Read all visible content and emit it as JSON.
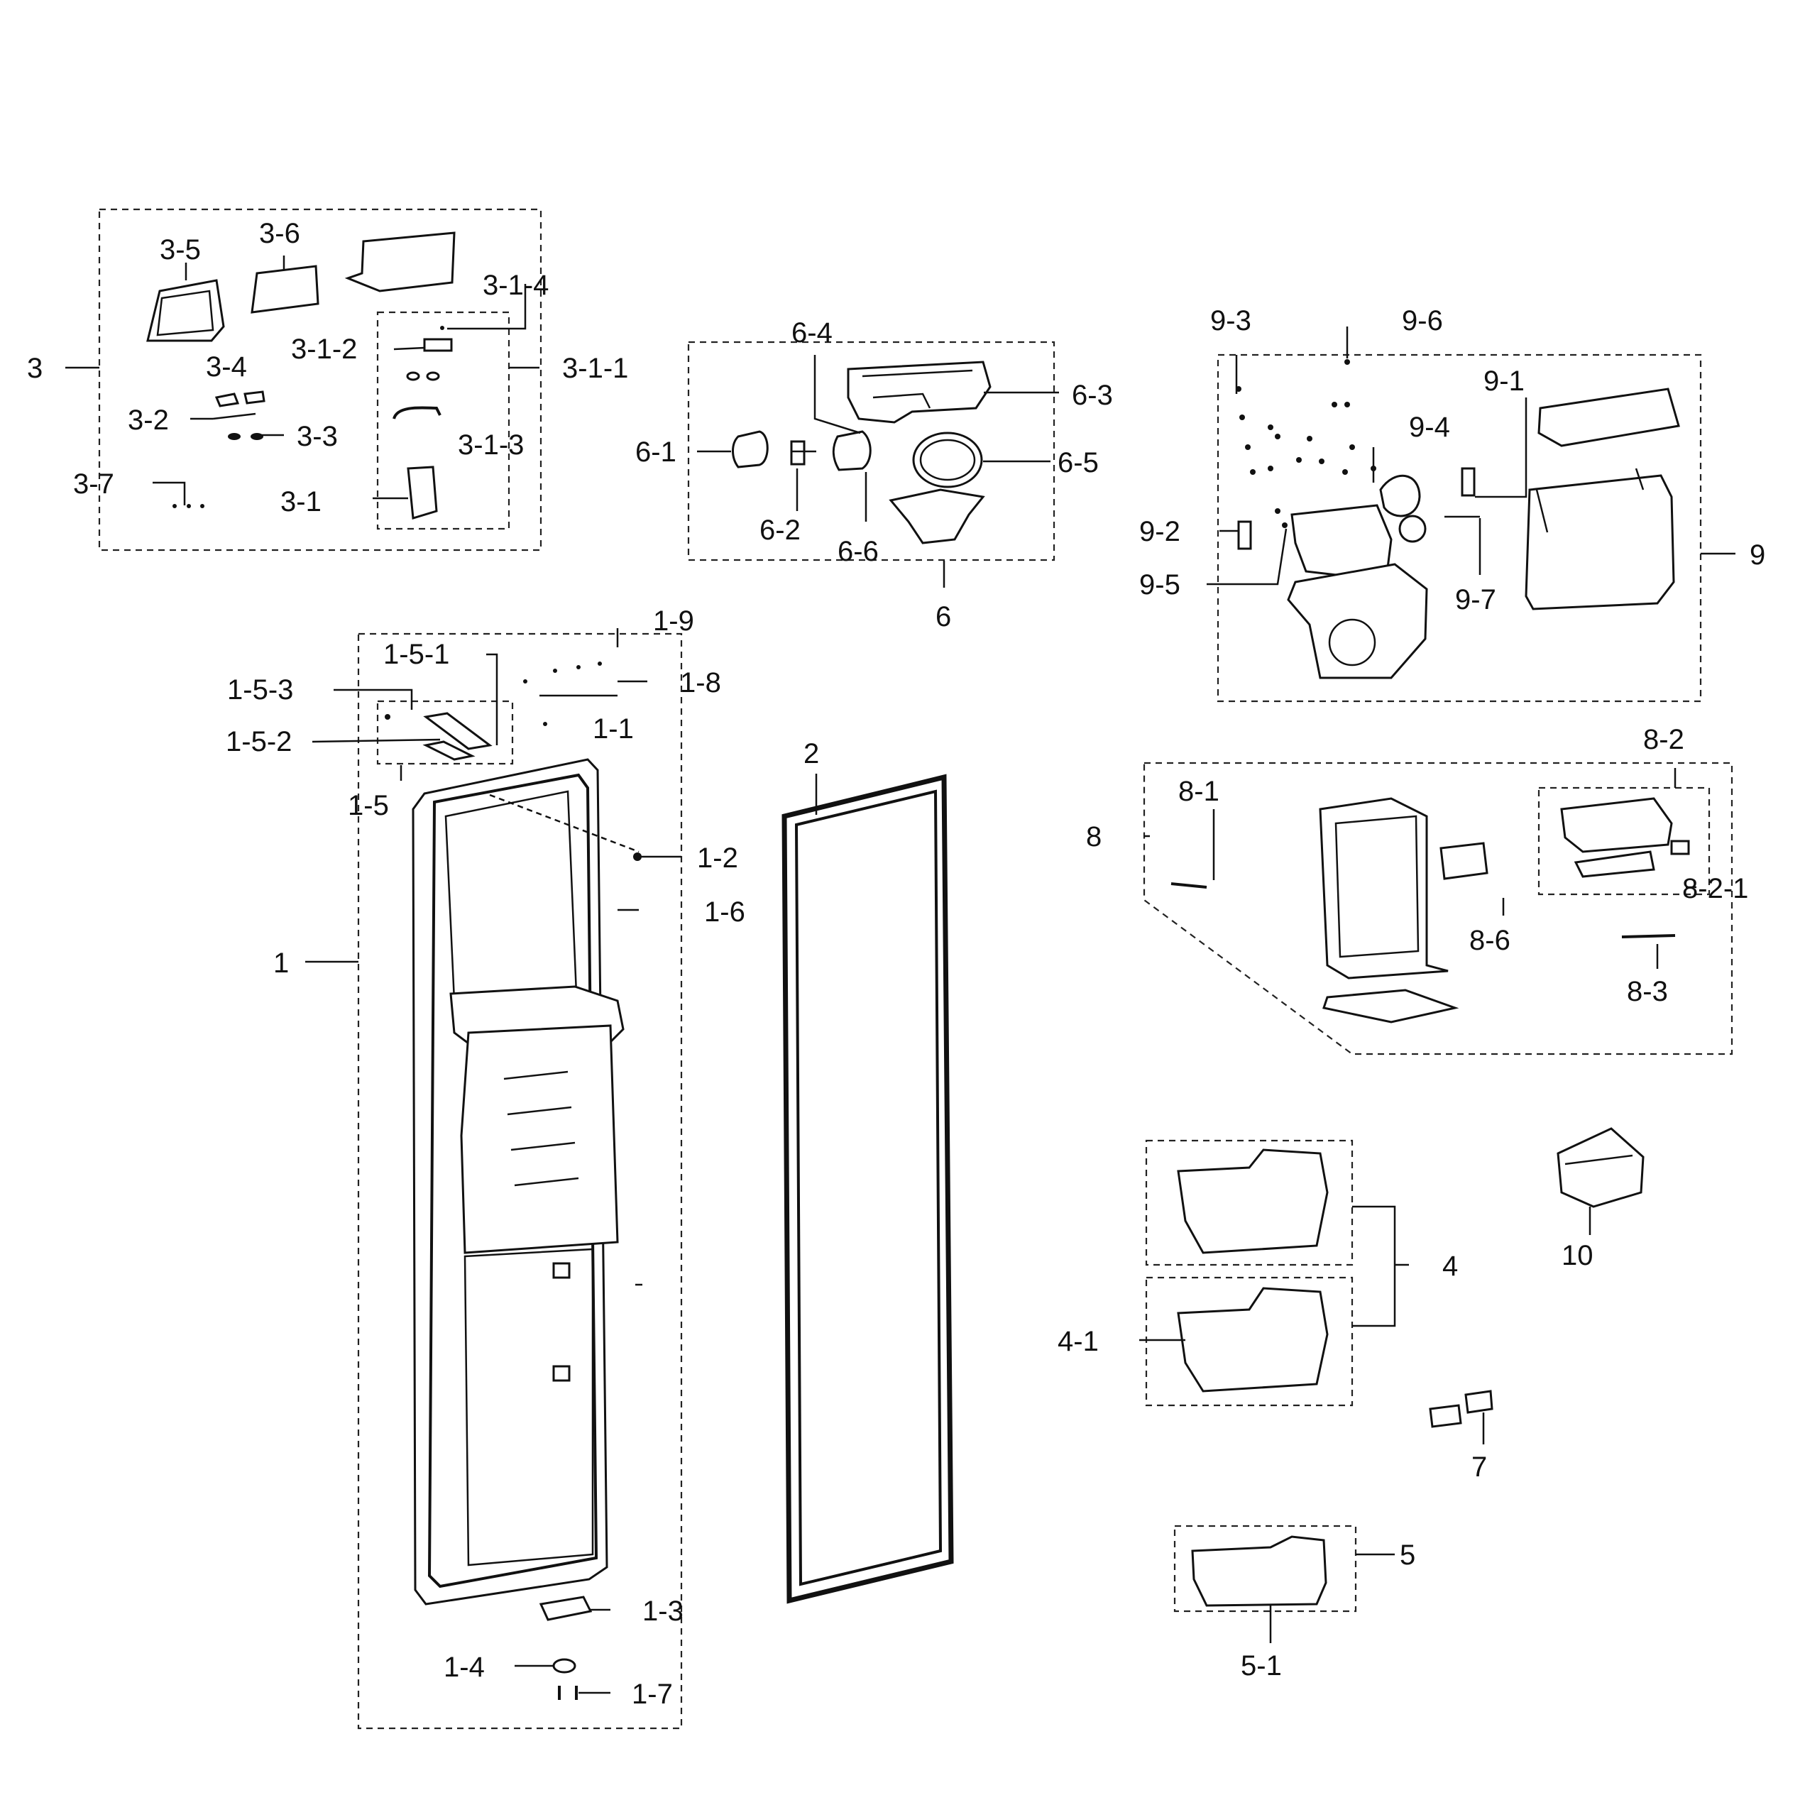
{
  "labels": {
    "l3": "3",
    "l3_1": "3-1",
    "l3_1_1": "3-1-1",
    "l3_1_2": "3-1-2",
    "l3_1_3": "3-1-3",
    "l3_1_4": "3-1-4",
    "l3_2": "3-2",
    "l3_3": "3-3",
    "l3_4": "3-4",
    "l3_5": "3-5",
    "l3_6": "3-6",
    "l3_7": "3-7",
    "l6": "6",
    "l6_1": "6-1",
    "l6_2": "6-2",
    "l6_3": "6-3",
    "l6_4": "6-4",
    "l6_5": "6-5",
    "l6_6": "6-6",
    "l9": "9",
    "l9_1": "9-1",
    "l9_2": "9-2",
    "l9_3": "9-3",
    "l9_4": "9-4",
    "l9_5": "9-5",
    "l9_6": "9-6",
    "l9_7": "9-7",
    "l1": "1",
    "l1_1": "1-1",
    "l1_2": "1-2",
    "l1_3": "1-3",
    "l1_4": "1-4",
    "l1_5": "1-5",
    "l1_5_1": "1-5-1",
    "l1_5_2": "1-5-2",
    "l1_5_3": "1-5-3",
    "l1_6": "1-6",
    "l1_7": "1-7",
    "l1_8": "1-8",
    "l1_9": "1-9",
    "l2": "2",
    "l8": "8",
    "l8_1": "8-1",
    "l8_2": "8-2",
    "l8_2_1": "8-2-1",
    "l8_3": "8-3",
    "l8_6": "8-6",
    "l4": "4",
    "l4_1": "4-1",
    "l5": "5",
    "l5_1": "5-1",
    "l7": "7",
    "l10": "10"
  }
}
